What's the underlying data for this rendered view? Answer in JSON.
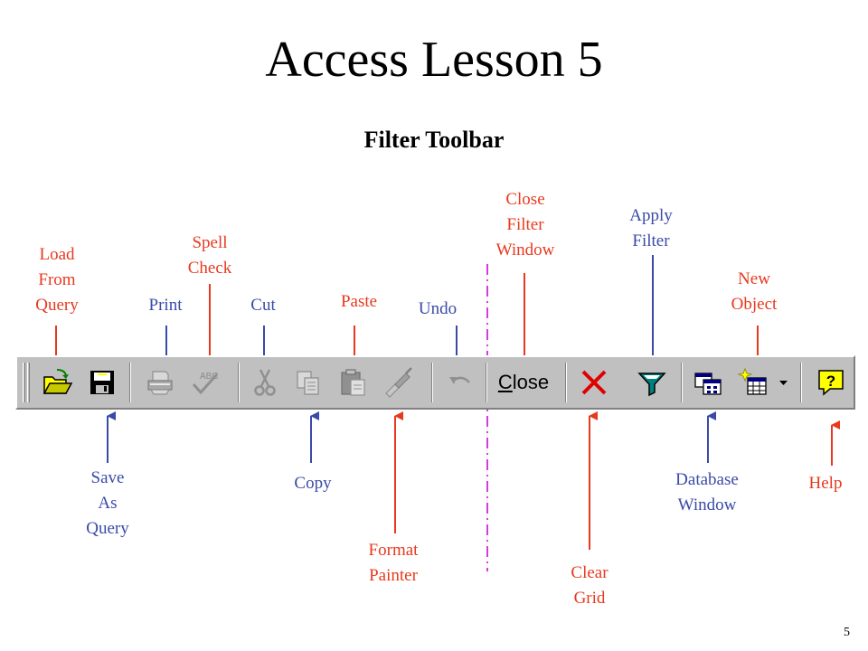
{
  "title": "Access Lesson 5",
  "subtitle": "Filter Toolbar",
  "page_number": "5",
  "colors": {
    "top_label": "#e8391e",
    "bottom_label": "#3a4aa8",
    "divider": "#d63be0",
    "toolbar": "#c0c0c0"
  },
  "labels": {
    "load_from_query": "Load\nFrom\nQuery",
    "save_as_query": "Save\nAs\nQuery",
    "print": "Print",
    "spell_check": "Spell\nCheck",
    "cut": "Cut",
    "copy": "Copy",
    "paste": "Paste",
    "format_painter": "Format\nPainter",
    "undo": "Undo",
    "close_filter_window": "Close\nFilter\nWindow",
    "clear_grid": "Clear\nGrid",
    "apply_filter": "Apply\nFilter",
    "database_window": "Database\nWindow",
    "new_object": "New\nObject",
    "help": "Help"
  },
  "toolbar": {
    "close_label": "Close"
  },
  "icons": [
    "load-from-query-icon",
    "save-as-query-icon",
    "print-icon",
    "spell-check-icon",
    "cut-icon",
    "copy-icon",
    "paste-icon",
    "format-painter-icon",
    "undo-icon",
    "clear-grid-icon",
    "apply-filter-icon",
    "database-window-icon",
    "new-object-icon",
    "help-icon"
  ]
}
